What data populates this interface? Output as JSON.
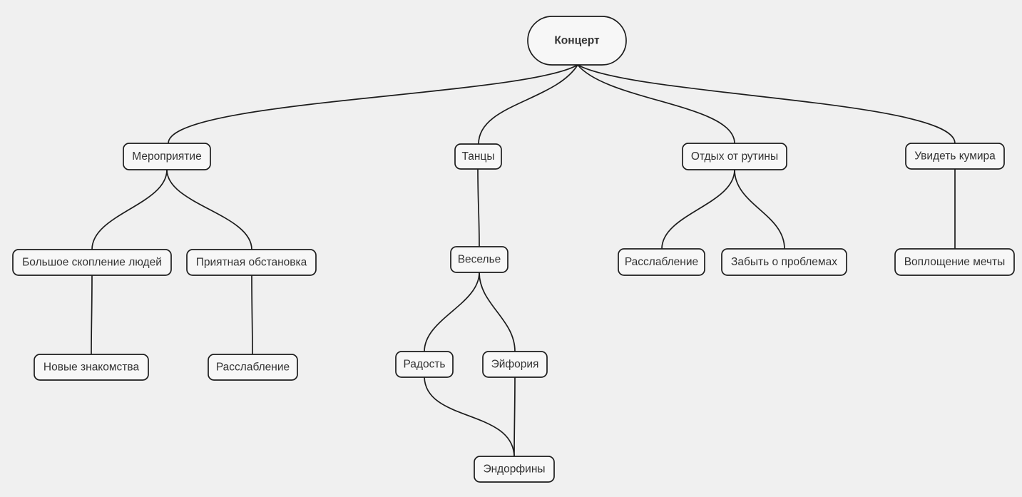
{
  "colors": {
    "background": "#f0f0f0",
    "node_fill": "#f7f7f7",
    "node_border": "#1c1c1c",
    "edge": "#1c1c1c",
    "text": "#333333"
  },
  "diagram": {
    "type": "mindmap",
    "root_label": "Концерт",
    "nodes": [
      {
        "id": "concert",
        "label": "Концерт",
        "level": 0
      },
      {
        "id": "event",
        "label": "Мероприятие",
        "level": 1
      },
      {
        "id": "dances",
        "label": "Танцы",
        "level": 1
      },
      {
        "id": "rest-from-routine",
        "label": "Отдых от рутины",
        "level": 1
      },
      {
        "id": "see-idol",
        "label": "Увидеть кумира",
        "level": 1
      },
      {
        "id": "big-crowd",
        "label": "Большое скопление людей",
        "level": 2
      },
      {
        "id": "pleasant-atmosphere",
        "label": "Приятная обстановка",
        "level": 2
      },
      {
        "id": "fun",
        "label": "Веселье",
        "level": 2
      },
      {
        "id": "relaxation-rest",
        "label": "Расслабление",
        "level": 2
      },
      {
        "id": "forget-problems",
        "label": "Забыть о проблемах",
        "level": 2
      },
      {
        "id": "dream-come-true",
        "label": "Воплощение мечты",
        "level": 2
      },
      {
        "id": "new-acquaintances",
        "label": "Новые знакомства",
        "level": 3
      },
      {
        "id": "relaxation-atmosphere",
        "label": "Расслабление",
        "level": 3
      },
      {
        "id": "joy",
        "label": "Радость",
        "level": 3
      },
      {
        "id": "euphoria",
        "label": "Эйфория",
        "level": 3
      },
      {
        "id": "endorphins",
        "label": "Эндорфины",
        "level": 4
      }
    ],
    "edges": [
      {
        "from": "concert",
        "to": "event"
      },
      {
        "from": "concert",
        "to": "dances"
      },
      {
        "from": "concert",
        "to": "rest-from-routine"
      },
      {
        "from": "concert",
        "to": "see-idol"
      },
      {
        "from": "event",
        "to": "big-crowd"
      },
      {
        "from": "event",
        "to": "pleasant-atmosphere"
      },
      {
        "from": "big-crowd",
        "to": "new-acquaintances"
      },
      {
        "from": "pleasant-atmosphere",
        "to": "relaxation-atmosphere"
      },
      {
        "from": "dances",
        "to": "fun"
      },
      {
        "from": "fun",
        "to": "joy"
      },
      {
        "from": "fun",
        "to": "euphoria"
      },
      {
        "from": "joy",
        "to": "endorphins"
      },
      {
        "from": "euphoria",
        "to": "endorphins"
      },
      {
        "from": "rest-from-routine",
        "to": "relaxation-rest"
      },
      {
        "from": "rest-from-routine",
        "to": "forget-problems"
      },
      {
        "from": "see-idol",
        "to": "dream-come-true"
      }
    ]
  }
}
